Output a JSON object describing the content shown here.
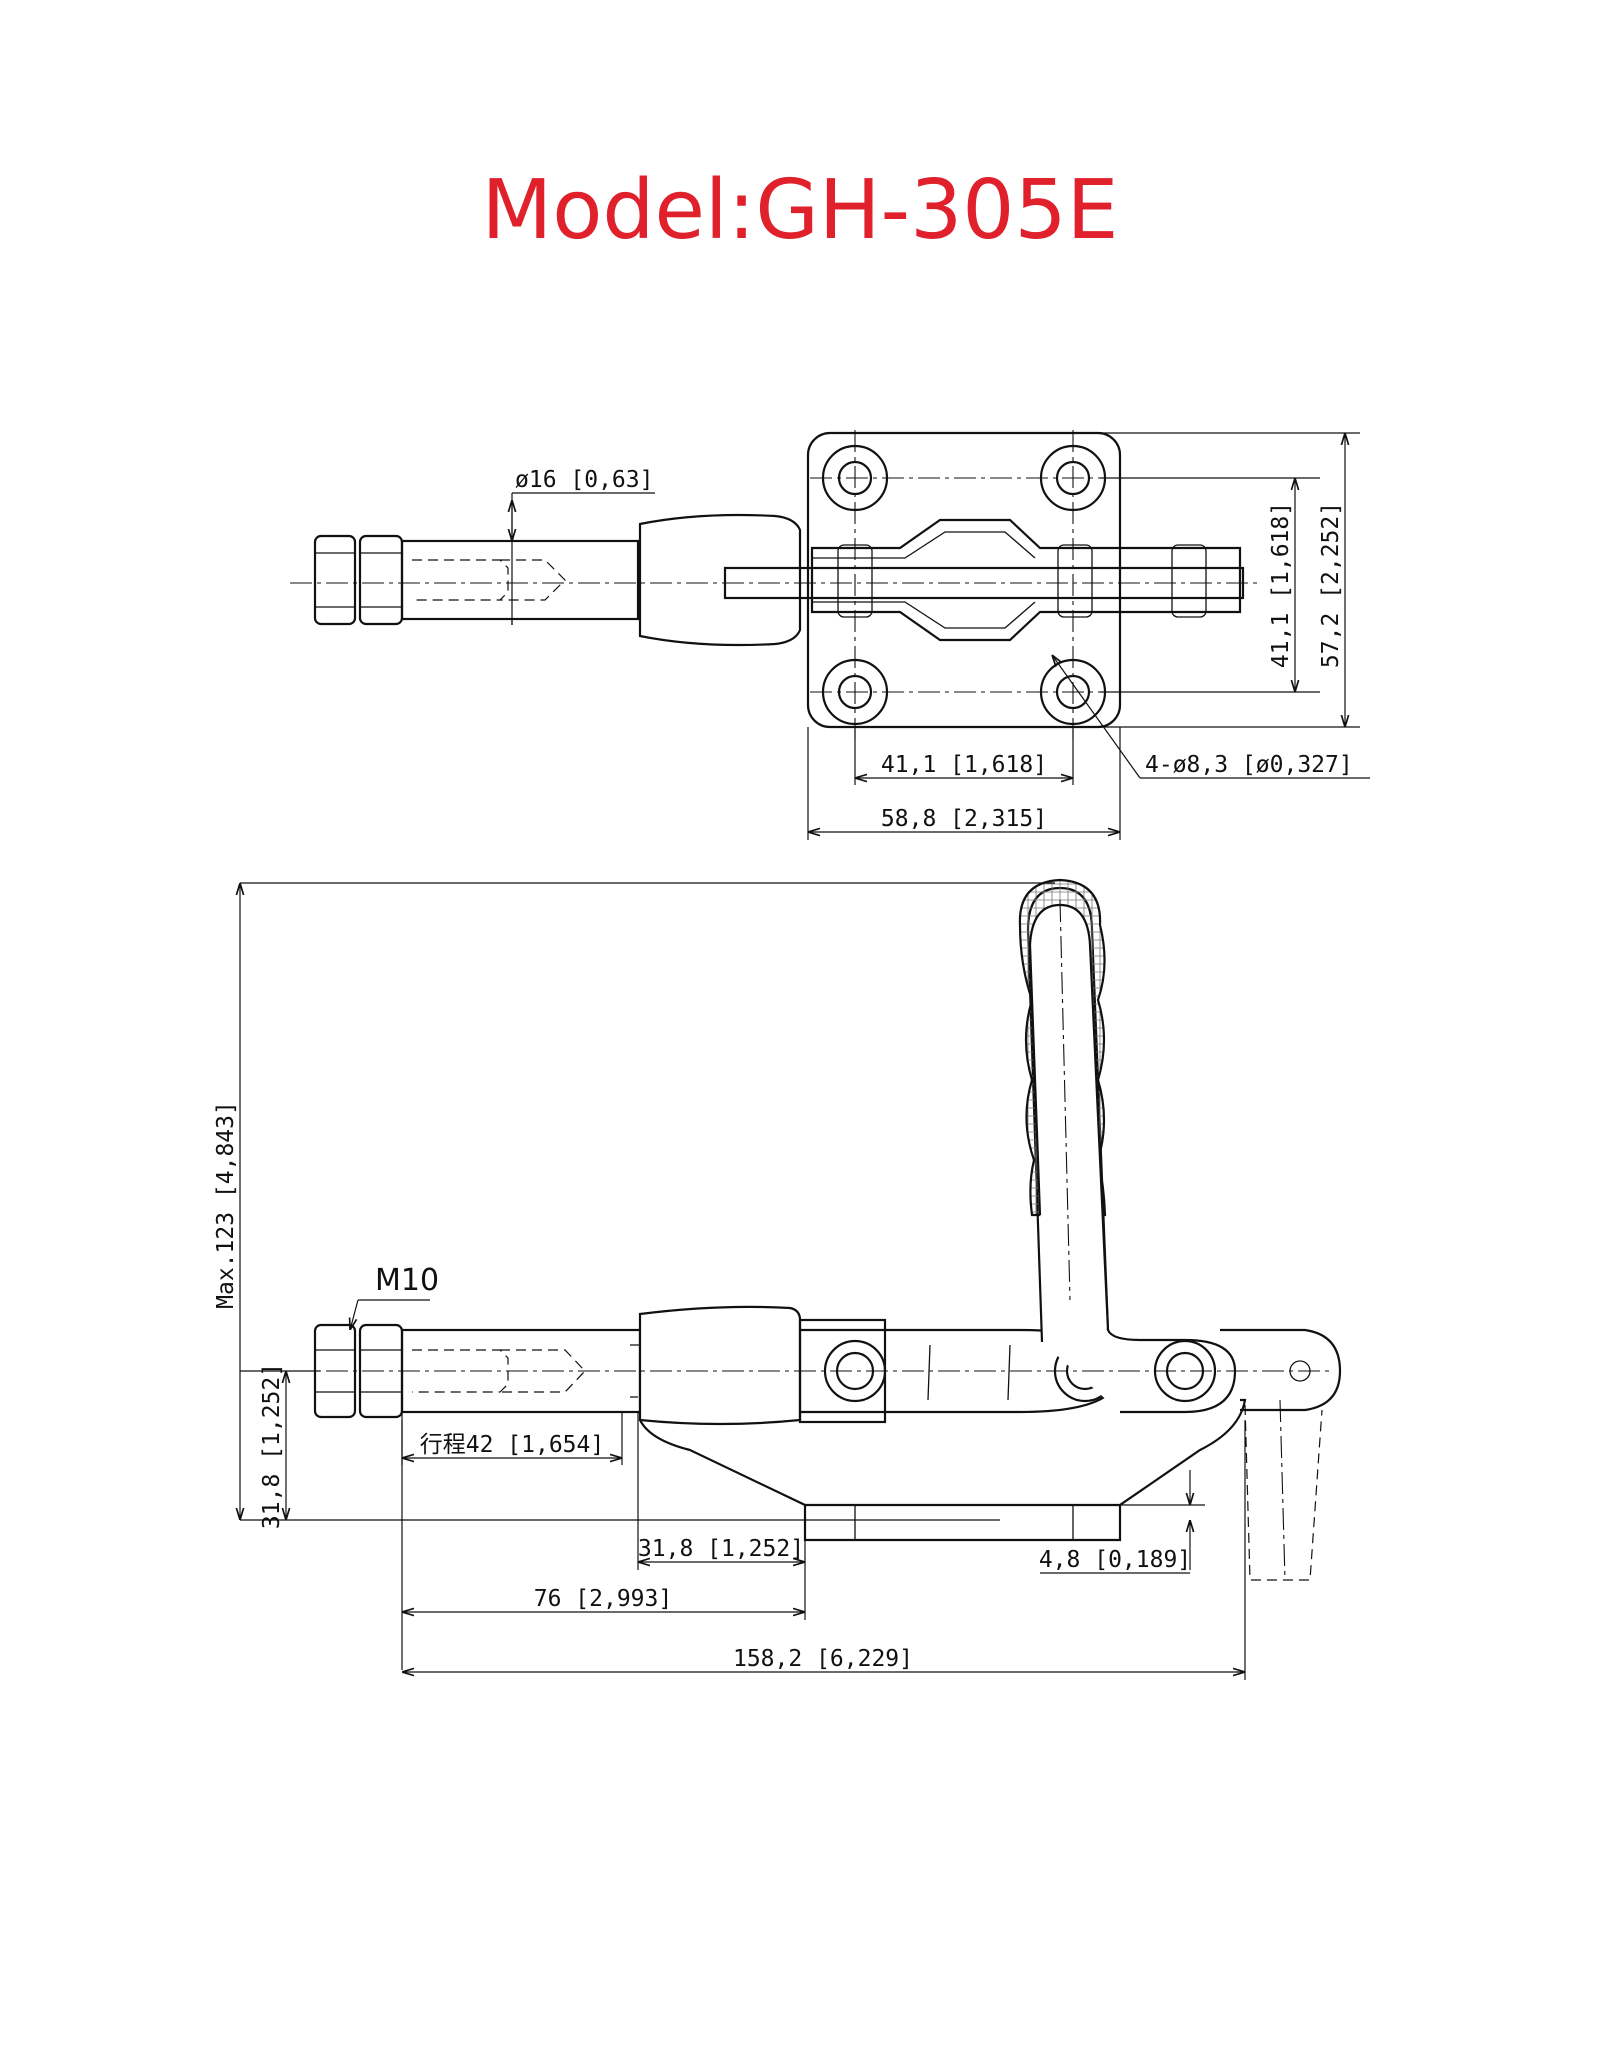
{
  "title": "Model:GH-305E",
  "colors": {
    "title": "#e0202b",
    "line": "#111111",
    "background": "#ffffff"
  },
  "top_view": {
    "bolt_dia": "ø16 [0,63]",
    "height_inner": "41,1 [1,618]",
    "height_outer": "57,2 [2,252]",
    "width_inner": "41,1 [1,618]",
    "hole_spec": "4-ø8,3 [ø0,327]",
    "width_outer": "58,8 [2,315]"
  },
  "side_view": {
    "max_height": "Max.123 [4,843]",
    "thread": "M10",
    "base_height": "31,8 [1,252]",
    "stroke": "行程42 [1,654]",
    "body_length": "31,8 [1,252]",
    "base_thickness": "4,8 [0,189]",
    "rod_length": "76 [2,993]",
    "overall_length": "158,2 [6,229]"
  }
}
